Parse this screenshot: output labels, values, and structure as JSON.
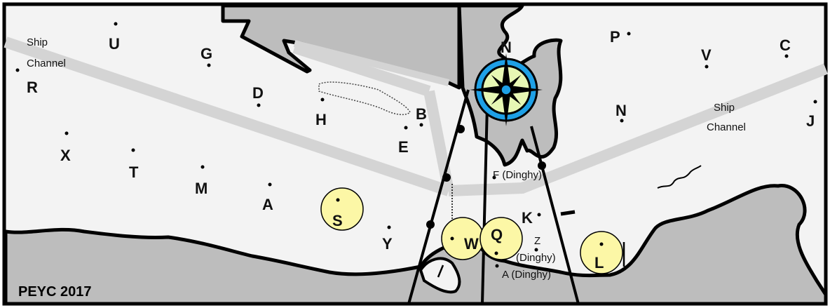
{
  "map": {
    "footer": "PEYC 2017",
    "compass_letter": "N",
    "channel_left": [
      "Ship",
      "Channel"
    ],
    "channel_right": [
      "Ship",
      "Channel"
    ],
    "colors": {
      "land": "#bdbdbd",
      "water": "#f3f3f3",
      "channel": "#d4d4d4",
      "buoy": "#fcf7a6",
      "compass_blue": "#1ea0e6",
      "compass_green": "#e7f7b4"
    }
  },
  "marks": [
    {
      "id": "U",
      "label": "U"
    },
    {
      "id": "R",
      "label": "R"
    },
    {
      "id": "G",
      "label": "G"
    },
    {
      "id": "D",
      "label": "D"
    },
    {
      "id": "H",
      "label": "H"
    },
    {
      "id": "B",
      "label": "B"
    },
    {
      "id": "E",
      "label": "E"
    },
    {
      "id": "X",
      "label": "X"
    },
    {
      "id": "T",
      "label": "T"
    },
    {
      "id": "M",
      "label": "M"
    },
    {
      "id": "A",
      "label": "A"
    },
    {
      "id": "Y",
      "label": "Y"
    },
    {
      "id": "P",
      "label": "P"
    },
    {
      "id": "V",
      "label": "V"
    },
    {
      "id": "C",
      "label": "C"
    },
    {
      "id": "N",
      "label": "N"
    },
    {
      "id": "J",
      "label": "J"
    },
    {
      "id": "K",
      "label": "K"
    }
  ],
  "buoys": [
    {
      "id": "S",
      "label": "S"
    },
    {
      "id": "W",
      "label": "W"
    },
    {
      "id": "Q",
      "label": "Q"
    },
    {
      "id": "L",
      "label": "L"
    }
  ],
  "dinghy_marks": [
    {
      "id": "F",
      "label": "F (Dinghy)"
    },
    {
      "id": "Z",
      "lines": [
        "Z",
        "(Dinghy)"
      ]
    },
    {
      "id": "A2",
      "label": "A (Dinghy)"
    }
  ]
}
